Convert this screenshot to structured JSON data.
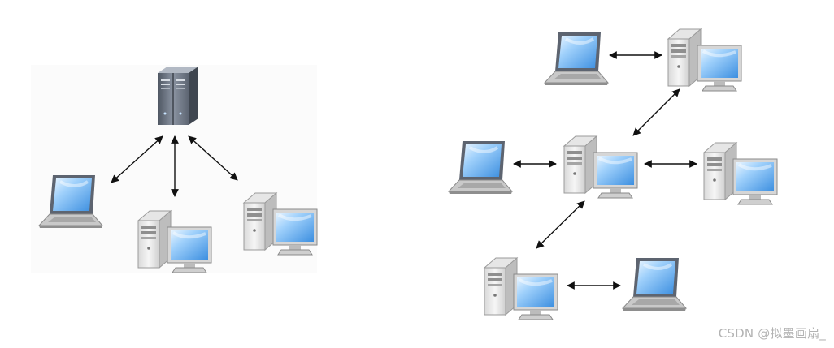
{
  "diagram": {
    "left_panel": {
      "kind": "centralized",
      "nodes": [
        {
          "id": "server",
          "type": "server"
        },
        {
          "id": "laptop-left",
          "type": "laptop"
        },
        {
          "id": "desktop-bottom",
          "type": "desktop"
        },
        {
          "id": "desktop-right",
          "type": "desktop"
        }
      ],
      "links": [
        {
          "from": "server",
          "to": "laptop-left",
          "bidirectional": true
        },
        {
          "from": "server",
          "to": "desktop-bottom",
          "bidirectional": true
        },
        {
          "from": "server",
          "to": "desktop-right",
          "bidirectional": true
        }
      ]
    },
    "right_panel": {
      "kind": "distributed",
      "nodes": [
        {
          "id": "laptop-top",
          "type": "laptop"
        },
        {
          "id": "desktop-top",
          "type": "desktop"
        },
        {
          "id": "laptop-mid",
          "type": "laptop"
        },
        {
          "id": "desktop-center",
          "type": "desktop"
        },
        {
          "id": "desktop-mid-right",
          "type": "desktop"
        },
        {
          "id": "desktop-bottom-left",
          "type": "desktop"
        },
        {
          "id": "laptop-bottom",
          "type": "laptop"
        }
      ],
      "links": [
        {
          "from": "laptop-top",
          "to": "desktop-top",
          "bidirectional": true
        },
        {
          "from": "desktop-top",
          "to": "desktop-center",
          "bidirectional": true
        },
        {
          "from": "laptop-mid",
          "to": "desktop-center",
          "bidirectional": true
        },
        {
          "from": "desktop-center",
          "to": "desktop-mid-right",
          "bidirectional": true
        },
        {
          "from": "desktop-center",
          "to": "desktop-bottom-left",
          "bidirectional": true
        },
        {
          "from": "desktop-bottom-left",
          "to": "laptop-bottom",
          "bidirectional": true
        }
      ]
    }
  },
  "watermark": "CSDN @拟墨画扇_"
}
